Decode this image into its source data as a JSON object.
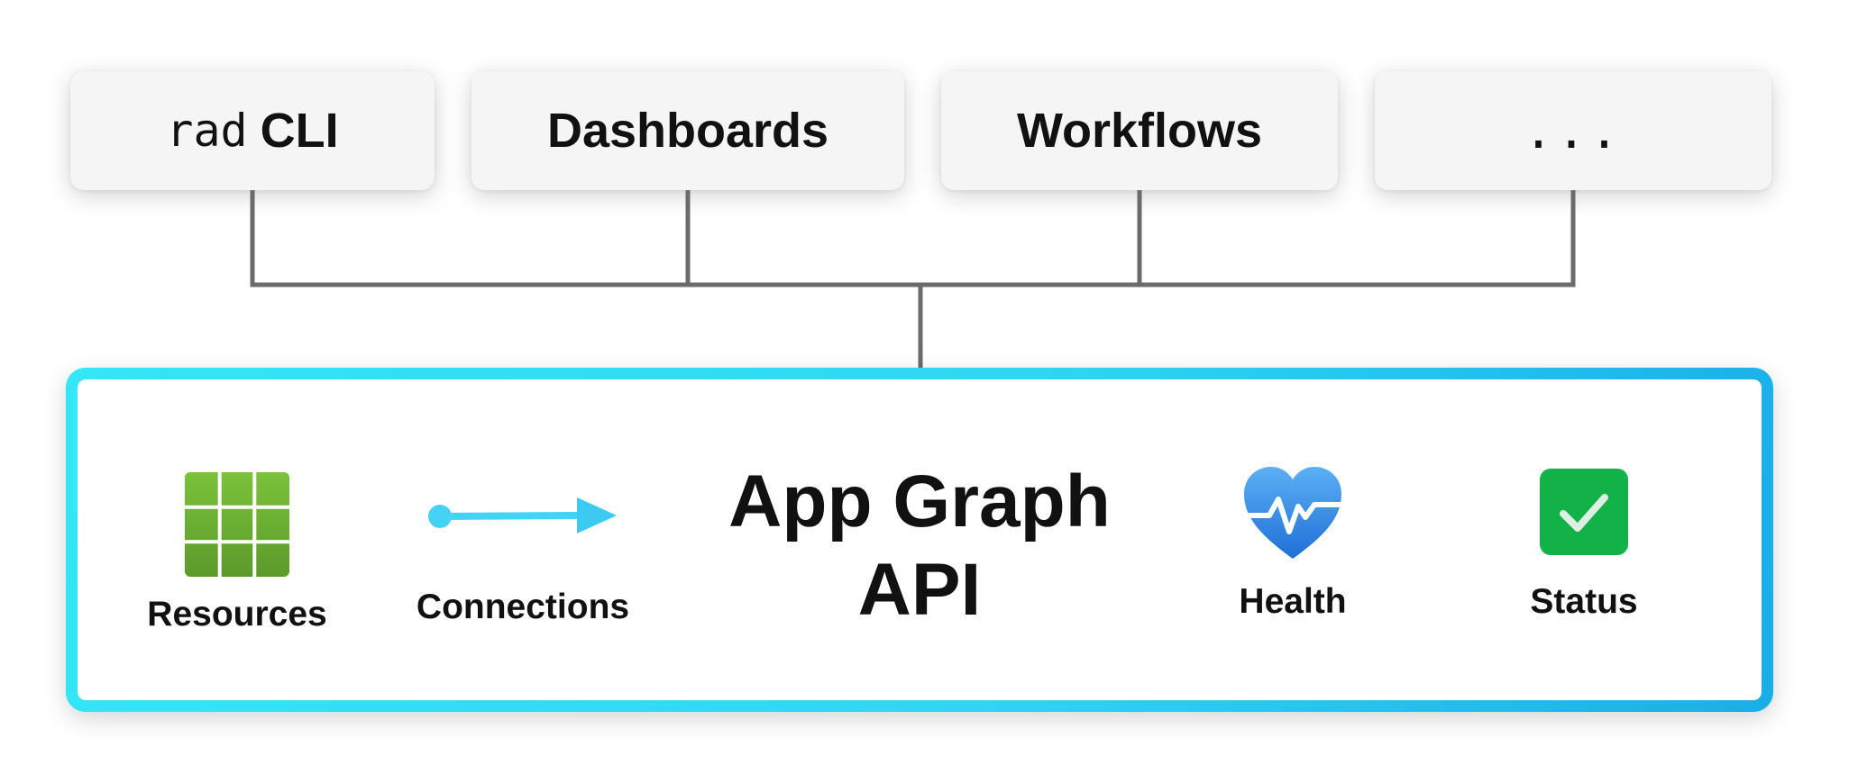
{
  "clients": [
    {
      "prefix": "rad",
      "label": "CLI"
    },
    {
      "label": "Dashboards"
    },
    {
      "label": "Workflows"
    },
    {
      "label": "..."
    }
  ],
  "api": {
    "title_line1": "App Graph",
    "title_line2": "API"
  },
  "features": {
    "resources": "Resources",
    "connections": "Connections",
    "health": "Health",
    "status": "Status"
  },
  "colors": {
    "panel_border": "#2ee2f5",
    "resources_icon": "#6fb232",
    "connection_arrow": "#45d3f5",
    "health_icon": "#3a8ee8",
    "status_icon": "#12b248"
  }
}
